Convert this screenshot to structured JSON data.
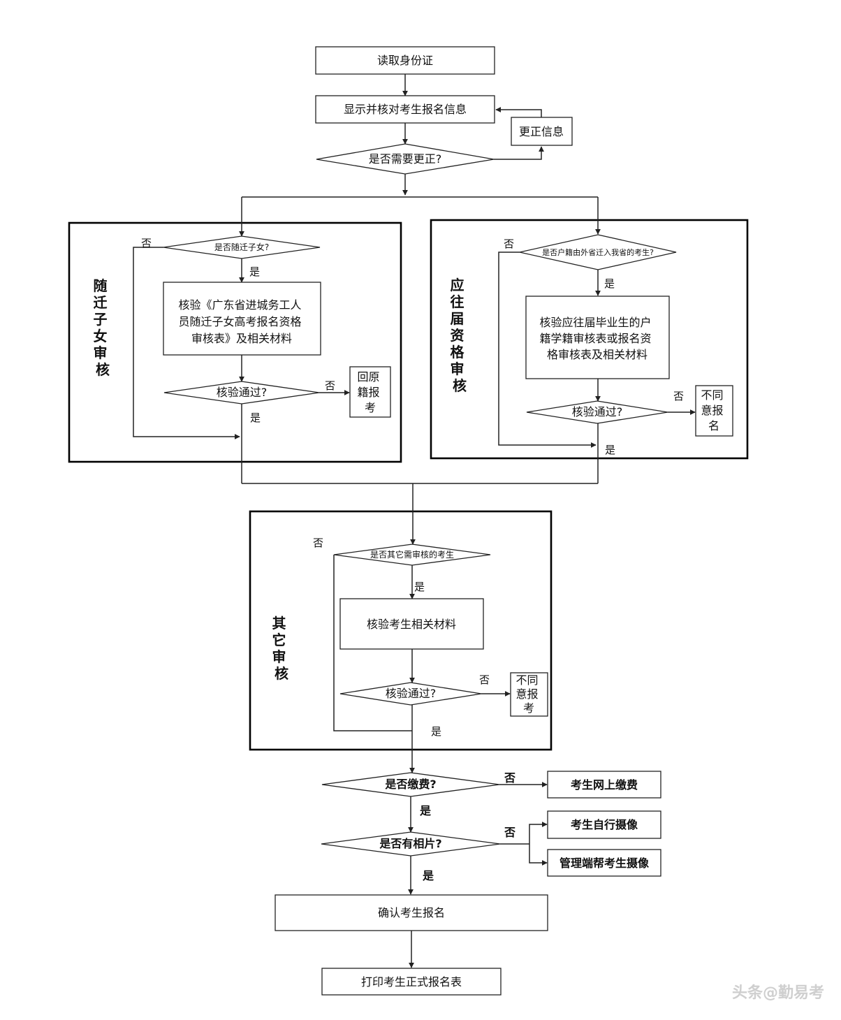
{
  "nodes": {
    "read_id": "读取身份证",
    "show_info": "显示并核对考生报名信息",
    "correct_info": "更正信息",
    "need_correct": "是否需要更正?",
    "sq_q": "是否随迁子女?",
    "sq_verify": [
      "核验《广东省进城务工人",
      "员随迁子女高考报名资格",
      "审核表》及相关材料"
    ],
    "sq_pass": "核验通过?",
    "sq_back": [
      "回原",
      "籍报",
      "考"
    ],
    "yw_q": "是否户籍由外省迁入我省的考生?",
    "yw_verify": [
      "核验应往届毕业生的户",
      "籍学籍审核表或报名资",
      "格审核表及相关材料"
    ],
    "yw_pass": "核验通过?",
    "yw_reject": [
      "不同",
      "意报",
      "名"
    ],
    "qt_q": "是否其它需审核的考生",
    "qt_verify": "核验考生相关材料",
    "qt_pass": "核验通过?",
    "qt_reject": [
      "不同",
      "意报",
      "考"
    ],
    "pay_q": "是否缴费?",
    "pay_online": "考生网上缴费",
    "photo_q": "是否有相片?",
    "self_photo": "考生自行摄像",
    "admin_photo": "管理端帮考生摄像",
    "confirm": "确认考生报名",
    "print": "打印考生正式报名表"
  },
  "groups": {
    "suiqian": [
      "随",
      "迁",
      "子",
      "女",
      "审",
      "核"
    ],
    "yingwang": [
      "应",
      "往",
      "届",
      "资",
      "格",
      "审",
      "核"
    ],
    "qita": [
      "其",
      "它",
      "审",
      "核"
    ]
  },
  "labels": {
    "yes": "是",
    "no": "否"
  },
  "watermark": "头条@勤易考"
}
